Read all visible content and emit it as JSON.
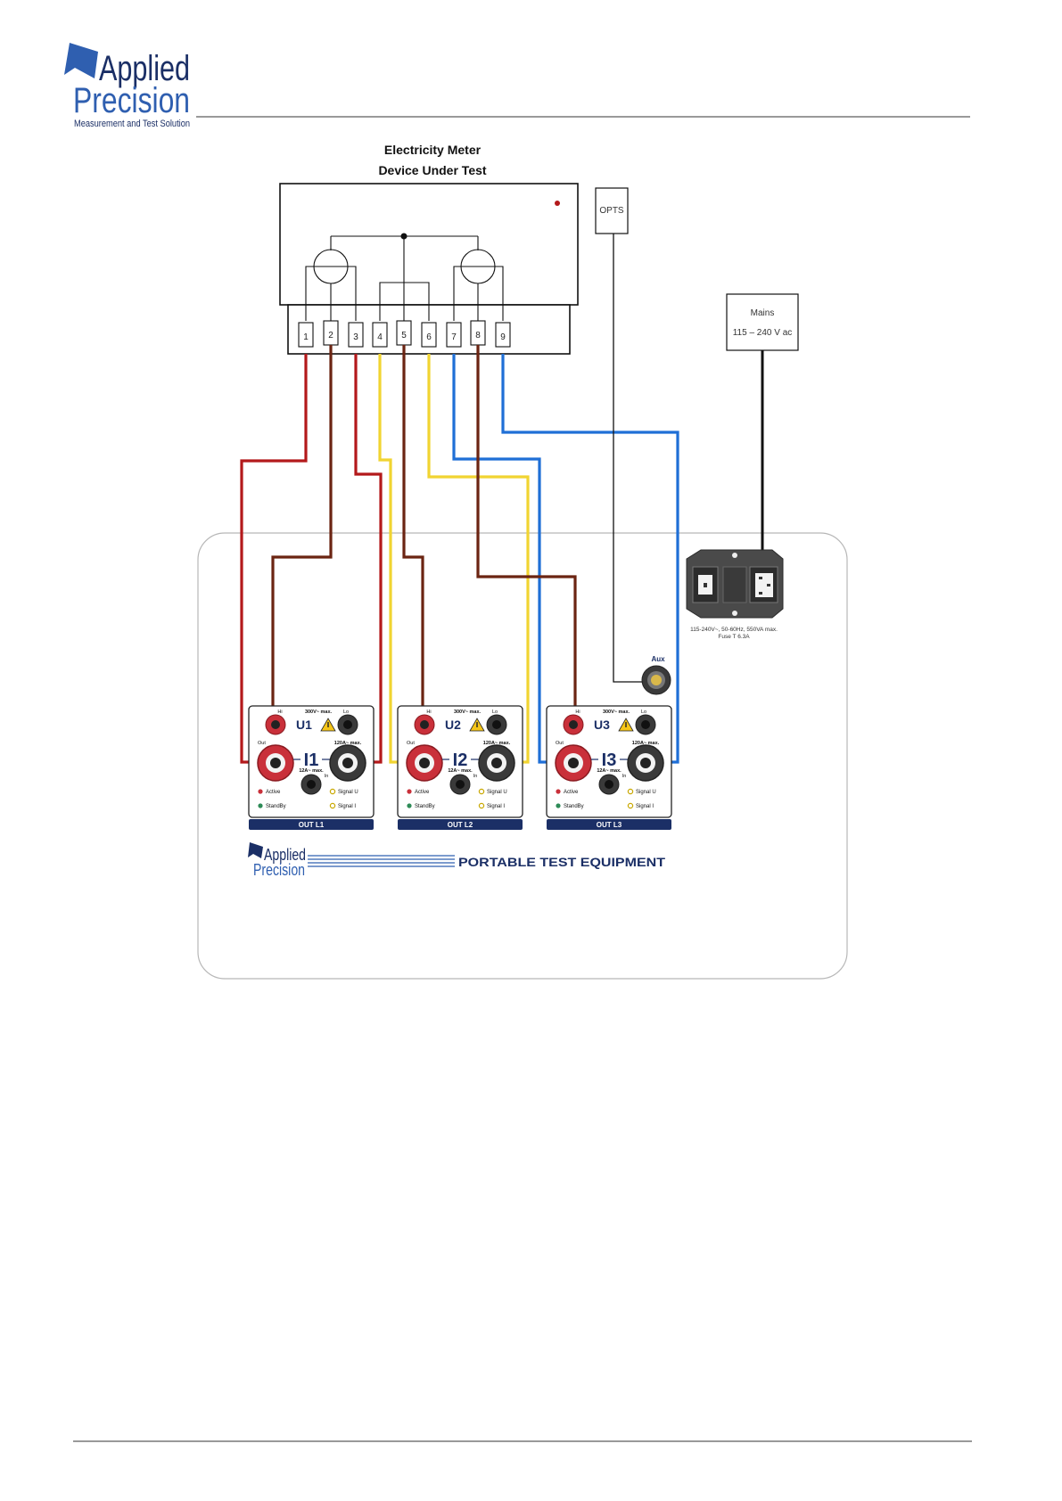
{
  "logo": {
    "line1": "Applied",
    "line2": "Precision",
    "tagline": "Measurement and Test Solution",
    "color_dark": "#1b2f66",
    "color_light": "#2f5fb0"
  },
  "meter": {
    "title_line1": "Electricity Meter",
    "title_line2": "Device Under Test",
    "terminals": [
      "1",
      "2",
      "3",
      "4",
      "5",
      "6",
      "7",
      "8",
      "9"
    ]
  },
  "opts": {
    "label": "OPTS"
  },
  "mains": {
    "label": "Mains",
    "voltage": "115 – 240 V ac"
  },
  "psu": {
    "spec_line1": "115-240V~, 50-60Hz, 550VA max.",
    "spec_line2": "Fuse T 6.3A"
  },
  "aux": {
    "label": "Aux"
  },
  "modules": [
    {
      "u_label": "U1",
      "i_label": "I1",
      "out_label": "OUT L1"
    },
    {
      "u_label": "U2",
      "i_label": "I2",
      "out_label": "OUT L2"
    },
    {
      "u_label": "U3",
      "i_label": "I3",
      "out_label": "OUT L3"
    }
  ],
  "module_common": {
    "hi": "Hi",
    "lo": "Lo",
    "u_max": "300V~ max.",
    "i_max_out": "120A~ max.",
    "i_max_in": "12A~ max.",
    "out": "Out",
    "in": "In",
    "active": "Active",
    "standby": "StandBy",
    "signal_u": "Signal U",
    "signal_i": "Signal I"
  },
  "footer_brand": {
    "line1": "Applied",
    "line2": "Precision",
    "slogan": "PORTABLE TEST EQUIPMENT"
  },
  "wire_colors": {
    "red": "#b3191b",
    "brown": "#6b2412",
    "yellow": "#f1d431",
    "blue": "#1f6fd6",
    "black": "#111111"
  }
}
